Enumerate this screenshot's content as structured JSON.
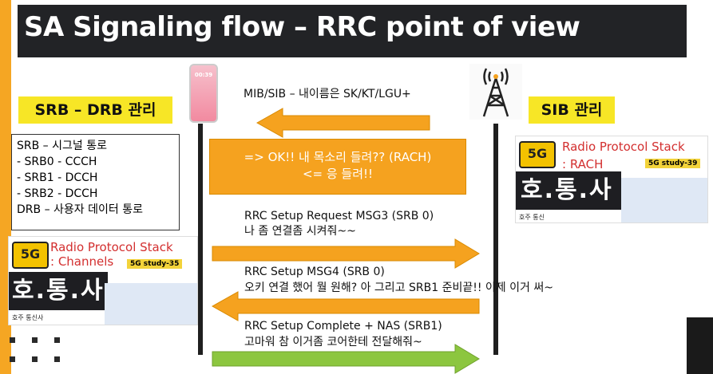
{
  "title": "SA Signaling flow – RRC point of view",
  "left_label": "SRB – DRB 관리",
  "right_label": "SIB 관리",
  "phone_time": "00:39",
  "srb_list": [
    "SRB – 시그널 통로",
    "-    SRB0 - CCCH",
    "-    SRB1 - DCCH",
    "-    SRB2 - DCCH",
    "DRB – 사용자 데이터 통로"
  ],
  "messages": {
    "mib": "MIB/SIB – 내이름은 SK/KT/LGU+",
    "rach_1": "=> OK!! 내 목소리 들려?? (RACH)",
    "rach_2": "<=  응 들려!!",
    "msg3_1": "RRC Setup Request MSG3 (SRB 0)",
    "msg3_2": "나 좀 연결좀 시켜줘~~",
    "msg4_1": "RRC Setup MSG4 (SRB 0)",
    "msg4_2": "오키 연결 했어 뭘 원해? 아 그리고 SRB1   준비끝!! 이제 이거 써~",
    "complete_1": "RRC Setup Complete + NAS (SRB1)",
    "complete_2": "고마워 참 이거좀 코어한테 전달해줘~"
  },
  "thumb_left": {
    "badge": "5G",
    "title_1": "Radio Protocol Stack",
    "title_2": ": Channels",
    "tag": "5G study-35",
    "brand": "호.통.사",
    "footer": "호주 통신사"
  },
  "thumb_right": {
    "badge": "5G",
    "title_1": "Radio Protocol Stack",
    "title_2": ": RACH",
    "tag": "5G study-39",
    "brand": "호.통.사",
    "footer": "호주 통신"
  },
  "colors": {
    "accent_orange": "#f5a21f",
    "arrow_green": "#8cc63f",
    "title_bg": "#222326",
    "label_yellow": "#f7e626"
  },
  "icons": {
    "phone": "phone-icon",
    "tower": "cell-tower-icon"
  }
}
